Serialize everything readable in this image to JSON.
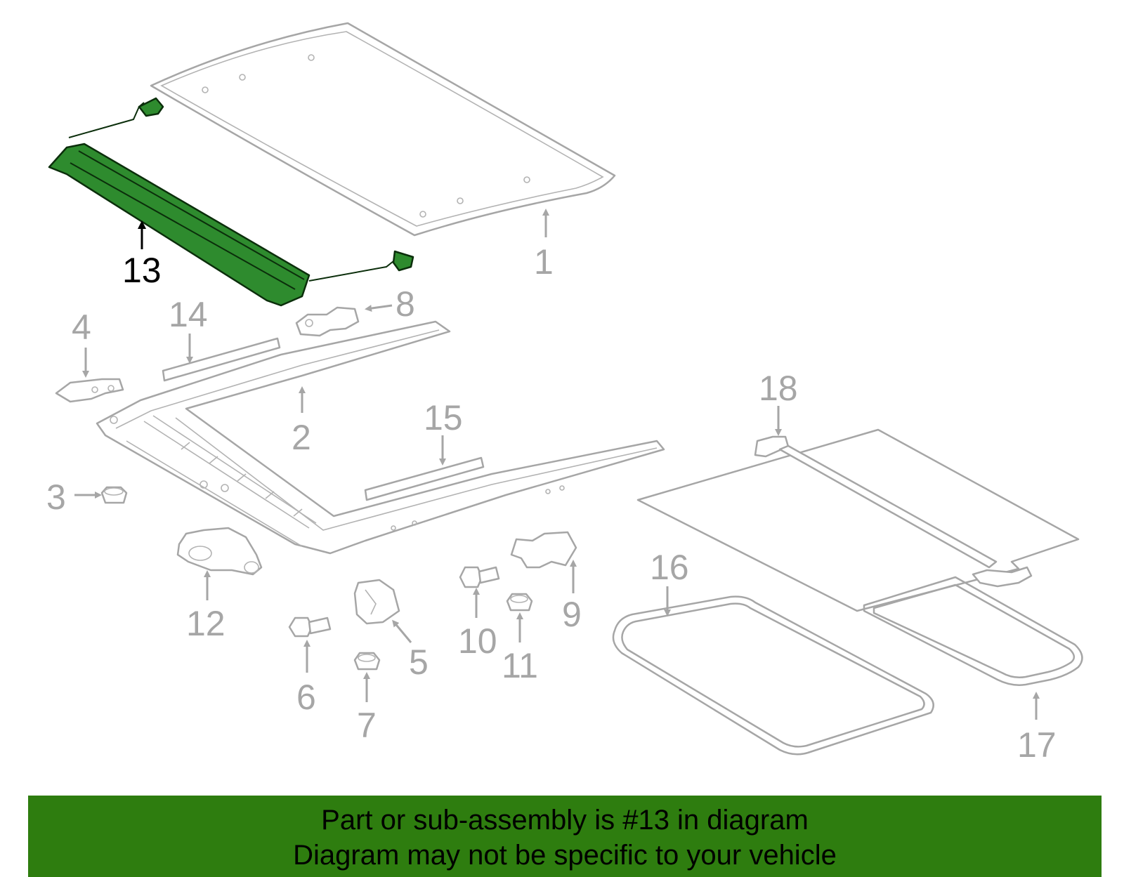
{
  "diagram": {
    "highlighted_part": "13",
    "highlight_color": "#2e8b2e",
    "callouts": [
      "1",
      "2",
      "3",
      "4",
      "5",
      "6",
      "7",
      "8",
      "9",
      "10",
      "11",
      "12",
      "13",
      "14",
      "15",
      "16",
      "17",
      "18"
    ]
  },
  "banner": {
    "line1": "Part or sub-assembly is #13 in diagram",
    "line2": "Diagram may not be specific to your vehicle",
    "background": "#2e7d0f"
  }
}
